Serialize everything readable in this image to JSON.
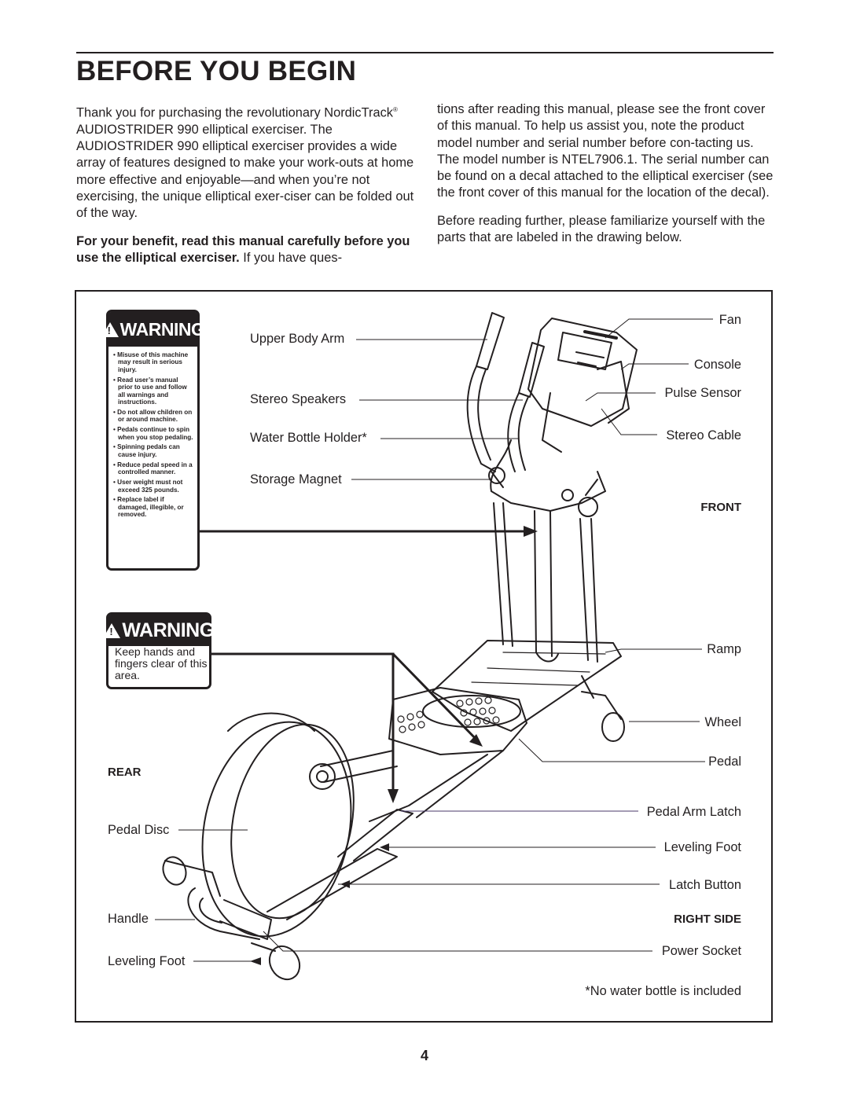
{
  "title": "BEFORE YOU BEGIN",
  "intro": {
    "left_p1_a": "Thank you for purchasing the revolutionary NordicTrack",
    "left_p1_reg": "®",
    "left_p1_b": " AUDIOSTRIDER 990 elliptical exerciser. The AUDIOSTRIDER 990 elliptical exerciser provides a wide array of features designed to make your work-outs at home more effective and enjoyable—and when you’re not exercising, the unique elliptical exer-ciser can be folded out of the way.",
    "left_p2_bold": "For your benefit, read this manual carefully before you use the elliptical exerciser.",
    "left_p2_rest": " If you have ques-",
    "right_p1": "tions after reading this manual, please see the front cover of this manual. To help us assist you, note the product model number and serial number before con-tacting us. The model number is NTEL7906.1. The serial number can be found on a decal attached to the elliptical exerciser (see the front cover of this manual for the location of the decal).",
    "right_p2": "Before reading further, please familiarize yourself with the parts that are labeled in the drawing below."
  },
  "warning_decal": {
    "header": "WARNING",
    "items": [
      "Misuse of this machine may result in serious injury.",
      "Read user’s manual prior to use and follow all warnings and instructions.",
      "Do not allow children on or around machine.",
      "Pedals continue to spin when you stop pedaling.",
      "Spinning pedals can cause injury.",
      "Reduce pedal speed in a controlled manner.",
      "User weight must not exceed 325 pounds.",
      "Replace label if damaged, illegible, or removed."
    ]
  },
  "warning_hands": {
    "header": "WARNING",
    "text": "Keep hands and fingers clear of this area."
  },
  "labels": {
    "upper_body_arm": "Upper Body Arm",
    "stereo_speakers": "Stereo Speakers",
    "water_bottle_holder": "Water Bottle Holder*",
    "storage_magnet": "Storage Magnet",
    "fan": "Fan",
    "console": "Console",
    "pulse_sensor": "Pulse Sensor",
    "stereo_cable": "Stereo Cable",
    "front": "FRONT",
    "ramp": "Ramp",
    "wheel": "Wheel",
    "pedal": "Pedal",
    "rear": "REAR",
    "pedal_arm_latch": "Pedal Arm Latch",
    "pedal_disc": "Pedal Disc",
    "leveling_foot_right": "Leveling Foot",
    "latch_button": "Latch Button",
    "handle": "Handle",
    "right_side": "RIGHT SIDE",
    "leveling_foot_left": "Leveling Foot",
    "power_socket": "Power Socket",
    "footnote": "*No water bottle is included"
  },
  "page_number": "4"
}
